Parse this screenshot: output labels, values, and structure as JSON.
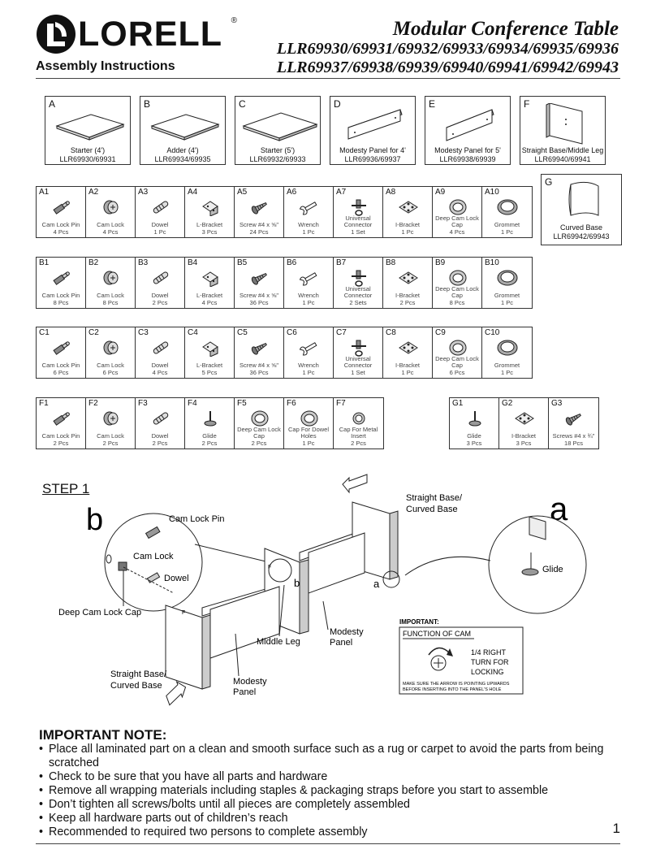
{
  "header": {
    "brand": "LORELL",
    "reg_mark": "®",
    "subtitle": "Assembly Instructions",
    "title": "Modular Conference Table",
    "models_1": "LLR69930/69931/69932/69933/69934/69935/69936",
    "models_2": "LLR69937/69938/69939/69940/69941/69942/69943"
  },
  "parts": [
    {
      "label": "A",
      "name": "Starter (4')",
      "code": "LLR69930/69931"
    },
    {
      "label": "B",
      "name": "Adder (4')",
      "code": "LLR69934/69935"
    },
    {
      "label": "C",
      "name": "Starter (5')",
      "code": "LLR69932/69933"
    },
    {
      "label": "D",
      "name": "Modesty Panel for 4'",
      "code": "LLR69936/69937"
    },
    {
      "label": "E",
      "name": "Modesty Panel for 5'",
      "code": "LLR69938/69939"
    },
    {
      "label": "F",
      "name": "Straight Base/Middle Leg",
      "code": "LLR69940/69941"
    }
  ],
  "part_g": {
    "label": "G",
    "name": "Curved Base",
    "code": "LLR69942/69943"
  },
  "hardware_rows": [
    {
      "cells": [
        {
          "code": "A1",
          "name": "Cam Lock Pin",
          "qty": "4 Pcs",
          "icon": "pin"
        },
        {
          "code": "A2",
          "name": "Cam Lock",
          "qty": "4 Pcs",
          "icon": "camlock"
        },
        {
          "code": "A3",
          "name": "Dowel",
          "qty": "1 Pc",
          "icon": "dowel"
        },
        {
          "code": "A4",
          "name": "L-Bracket",
          "qty": "3 Pcs",
          "icon": "lbracket"
        },
        {
          "code": "A5",
          "name": "Screw #4 x ⅝\"",
          "qty": "24 Pcs",
          "icon": "screw"
        },
        {
          "code": "A6",
          "name": "Wrench",
          "qty": "1 Pc",
          "icon": "wrench"
        },
        {
          "code": "A7",
          "name": "Universal Connector",
          "qty": "1 Set",
          "icon": "connector"
        },
        {
          "code": "A8",
          "name": "I-Bracket",
          "qty": "1 Pc",
          "icon": "ibracket"
        },
        {
          "code": "A9",
          "name": "Deep Cam Lock Cap",
          "qty": "4 Pcs",
          "icon": "cap"
        },
        {
          "code": "A10",
          "name": "Grommet",
          "qty": "1 Pc",
          "icon": "grommet"
        }
      ]
    },
    {
      "cells": [
        {
          "code": "B1",
          "name": "Cam Lock Pin",
          "qty": "8 Pcs",
          "icon": "pin"
        },
        {
          "code": "B2",
          "name": "Cam Lock",
          "qty": "8 Pcs",
          "icon": "camlock"
        },
        {
          "code": "B3",
          "name": "Dowel",
          "qty": "2 Pcs",
          "icon": "dowel"
        },
        {
          "code": "B4",
          "name": "L-Bracket",
          "qty": "4 Pcs",
          "icon": "lbracket"
        },
        {
          "code": "B5",
          "name": "Screw #4 x ⅝\"",
          "qty": "36 Pcs",
          "icon": "screw"
        },
        {
          "code": "B6",
          "name": "Wrench",
          "qty": "1 Pc",
          "icon": "wrench"
        },
        {
          "code": "B7",
          "name": "Universal Connector",
          "qty": "2 Sets",
          "icon": "connector"
        },
        {
          "code": "B8",
          "name": "I-Bracket",
          "qty": "2 Pcs",
          "icon": "ibracket"
        },
        {
          "code": "B9",
          "name": "Deep Cam Lock Cap",
          "qty": "8 Pcs",
          "icon": "cap"
        },
        {
          "code": "B10",
          "name": "Grommet",
          "qty": "1 Pc",
          "icon": "grommet"
        }
      ]
    },
    {
      "cells": [
        {
          "code": "C1",
          "name": "Cam Lock Pin",
          "qty": "6 Pcs",
          "icon": "pin"
        },
        {
          "code": "C2",
          "name": "Cam Lock",
          "qty": "6 Pcs",
          "icon": "camlock"
        },
        {
          "code": "C3",
          "name": "Dowel",
          "qty": "4 Pcs",
          "icon": "dowel"
        },
        {
          "code": "C4",
          "name": "L-Bracket",
          "qty": "5 Pcs",
          "icon": "lbracket"
        },
        {
          "code": "C5",
          "name": "Screw #4 x ⅝\"",
          "qty": "36 Pcs",
          "icon": "screw"
        },
        {
          "code": "C6",
          "name": "Wrench",
          "qty": "1 Pc",
          "icon": "wrench"
        },
        {
          "code": "C7",
          "name": "Universal Connector",
          "qty": "1 Set",
          "icon": "connector"
        },
        {
          "code": "C8",
          "name": "I-Bracket",
          "qty": "1 Pc",
          "icon": "ibracket"
        },
        {
          "code": "C9",
          "name": "Deep Cam Lock Cap",
          "qty": "6 Pcs",
          "icon": "cap"
        },
        {
          "code": "C10",
          "name": "Grommet",
          "qty": "1 Pc",
          "icon": "grommet"
        }
      ]
    },
    {
      "cells": [
        {
          "code": "F1",
          "name": "Cam Lock Pin",
          "qty": "2 Pcs",
          "icon": "pin"
        },
        {
          "code": "F2",
          "name": "Cam Lock",
          "qty": "2 Pcs",
          "icon": "camlock"
        },
        {
          "code": "F3",
          "name": "Dowel",
          "qty": "2 Pcs",
          "icon": "dowel"
        },
        {
          "code": "F4",
          "name": "Glide",
          "qty": "2 Pcs",
          "icon": "glide"
        },
        {
          "code": "F5",
          "name": "Deep Cam Lock Cap",
          "qty": "2 Pcs",
          "icon": "cap"
        },
        {
          "code": "F6",
          "name": "Cap For Dowel Holes",
          "qty": "1 Pc",
          "icon": "cap"
        },
        {
          "code": "F7",
          "name": "Cap For Metal Insert",
          "qty": "2 Pcs",
          "icon": "smallcap"
        }
      ]
    },
    {
      "cells": [
        {
          "code": "G1",
          "name": "Glide",
          "qty": "3 Pcs",
          "icon": "glide"
        },
        {
          "code": "G2",
          "name": "I-Bracket",
          "qty": "3 Pcs",
          "icon": "ibracket"
        },
        {
          "code": "G3",
          "name": "Screws #4 x ¾\"",
          "qty": "18 Pcs",
          "icon": "screw"
        }
      ]
    }
  ],
  "step": {
    "title": "STEP 1",
    "detail_b": "b",
    "detail_a": "a",
    "label_cam_lock_pin": "Cam Lock Pin",
    "label_cam_lock": "Cam Lock",
    "label_dowel": "Dowel",
    "label_deep_cam_lock_cap": "Deep Cam Lock Cap",
    "label_straight_base_top_1": "Straight Base/",
    "label_straight_base_top_2": "Curved Base",
    "label_straight_base_bottom_1": "Straight Base/",
    "label_straight_base_bottom_2": "Curved Base",
    "label_glide": "Glide",
    "label_middle_leg": "Middle Leg",
    "label_modesty_1_a": "Modesty",
    "label_modesty_1_b": "Panel",
    "label_modesty_2_a": "Modesty",
    "label_modesty_2_b": "Panel",
    "marker_a": "a",
    "marker_b": "b",
    "important_label": "IMPORTANT:",
    "cam_title": "FUNCTION OF CAM",
    "cam_text_1": "1/4 RIGHT",
    "cam_text_2": "TURN FOR",
    "cam_text_3": "LOCKING",
    "cam_note_1": "MAKE SURE THE ARROW IS POINTING UPWARDS",
    "cam_note_2": "BEFORE INSERTING INTO THE PANEL'S HOLE"
  },
  "important_note": {
    "title": "IMPORTANT NOTE:",
    "items": [
      "Place all laminated part on a clean and smooth surface such as a rug or carpet to avoid the parts from being scratched",
      "Check to be sure that you have all parts and hardware",
      "Remove all wrapping materials including staples & packaging straps before you start to assemble",
      "Don’t tighten all screws/bolts until all pieces are completely assembled",
      "Keep all hardware parts out of children’s reach",
      "Recommended to required two persons to complete assembly"
    ]
  },
  "page_number": "1"
}
